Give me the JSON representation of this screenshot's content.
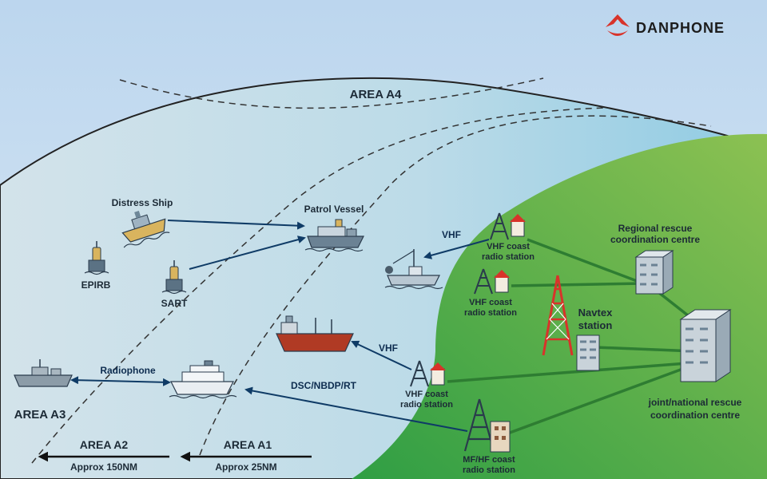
{
  "brand": {
    "name": "DANPHONE",
    "accent_color": "#d8332a"
  },
  "colors": {
    "sky": "#c9def0",
    "sea_outer": "#cfe2ea",
    "sea_inner": "#a9d4e6",
    "land": "#4caf50",
    "link": "#0f3b66",
    "land_link": "#2e7d32"
  },
  "areas": {
    "a4": "AREA A4",
    "a3": "AREA A3",
    "a2": "AREA A2",
    "a1": "AREA A1",
    "a2_range": "Approx 150NM",
    "a1_range": "Approx 25NM"
  },
  "labels": {
    "distress_ship": "Distress Ship",
    "patrol_vessel": "Patrol Vessel",
    "epirb": "EPIRB",
    "sart": "SART",
    "radiophone": "Radiophone",
    "dsc": "DSC/NBDP/RT",
    "vhf_top": "VHF",
    "vhf_mid": "VHF",
    "vhf_station_1_l1": "VHF coast",
    "vhf_station_1_l2": "radio station",
    "vhf_station_2_l1": "VHF coast",
    "vhf_station_2_l2": "radio station",
    "vhf_station_3_l1": "VHF coast",
    "vhf_station_3_l2": "radio station",
    "mf_station_l1": "MF/HF coast",
    "mf_station_l2": "radio station",
    "navtex_l1": "Navtex",
    "navtex_l2": "station",
    "regional_l1": "Regional rescue",
    "regional_l2": "coordination centre",
    "joint_l1": "joint/national rescue",
    "joint_l2": "coordination centre"
  }
}
